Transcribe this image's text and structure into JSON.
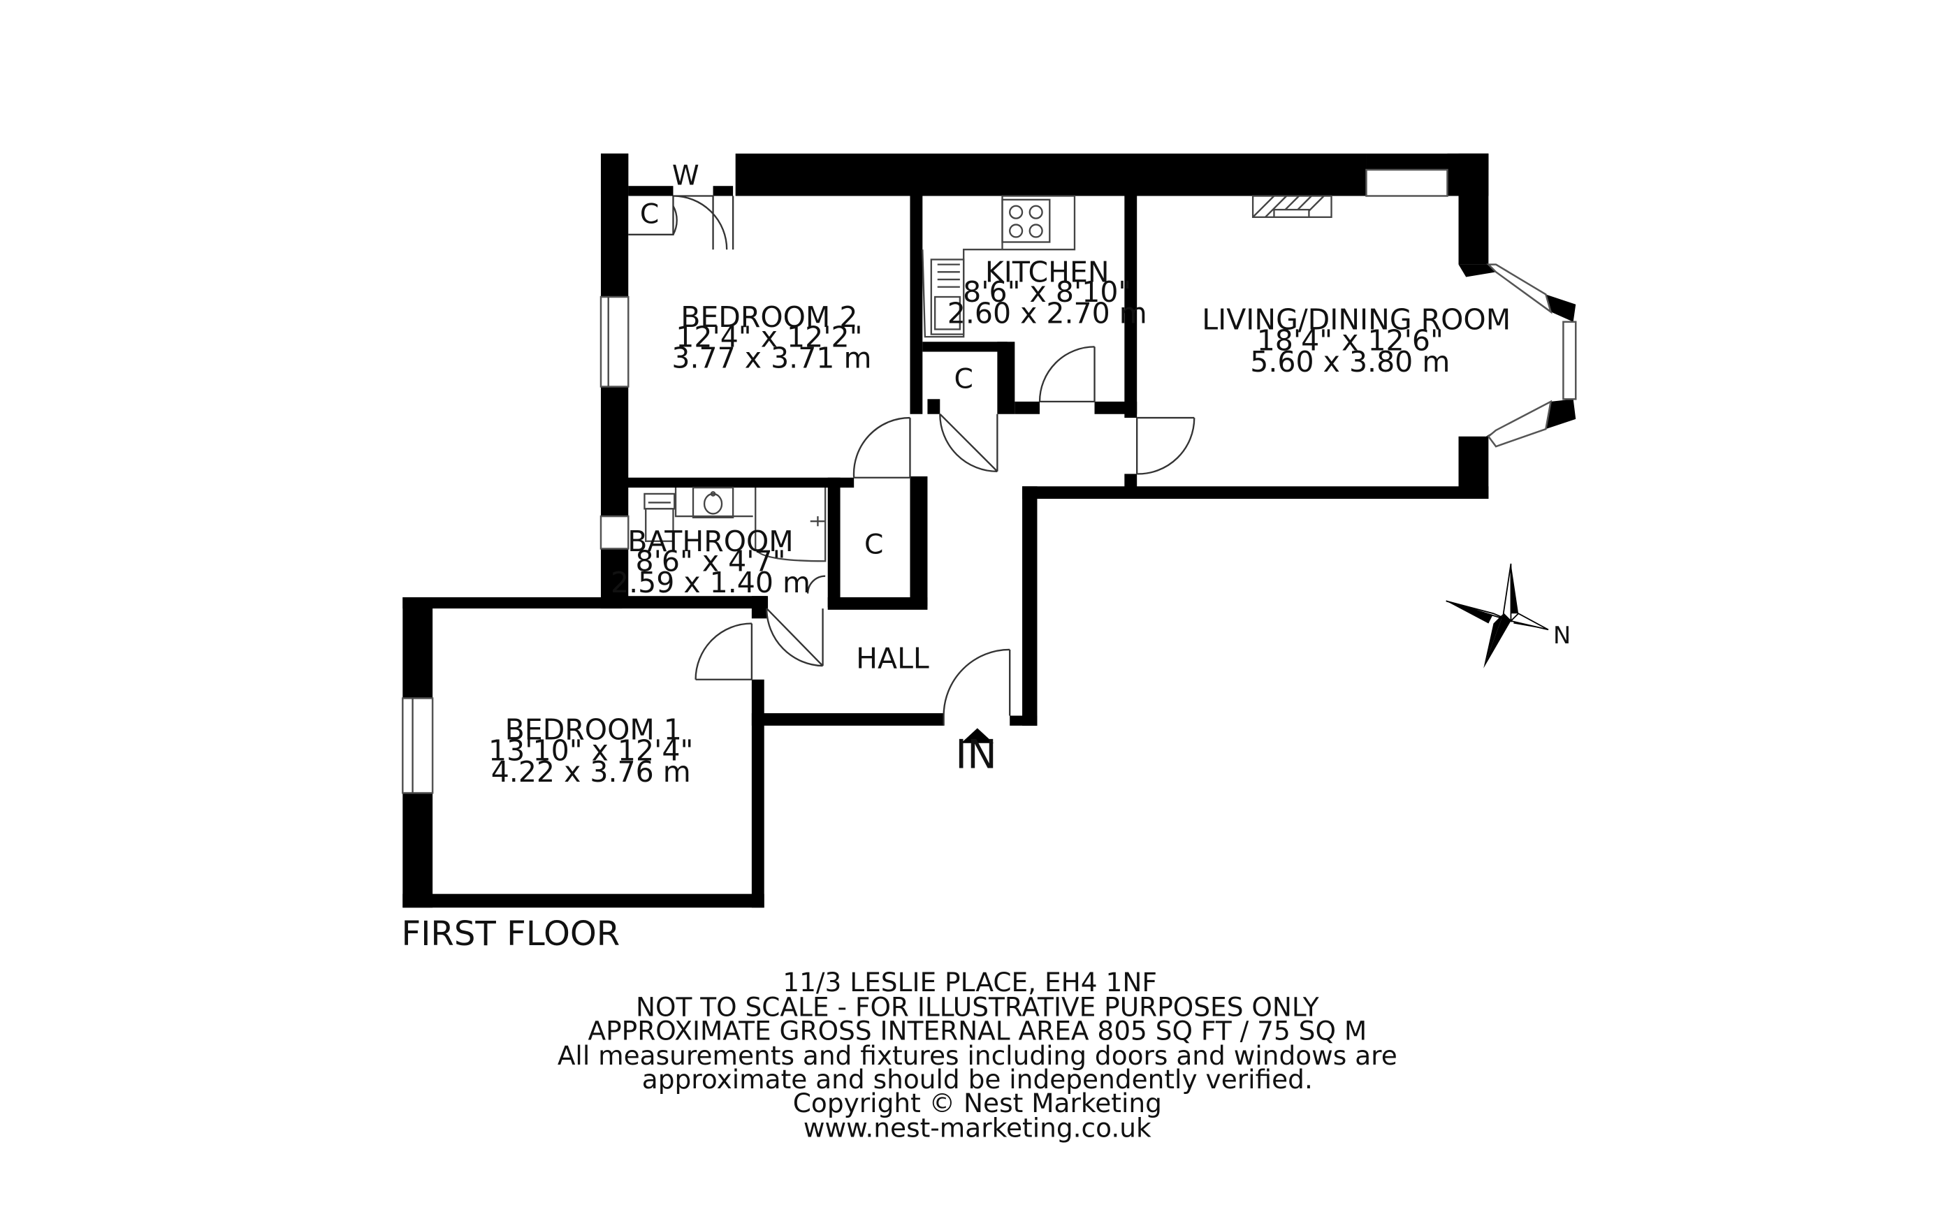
{
  "rooms": {
    "bedroom2": {
      "name": "BEDROOM 2",
      "imperial": "12'4\" x 12'2\"",
      "metric": "3.77 x 3.71 m"
    },
    "kitchen": {
      "name": "KITCHEN",
      "imperial": "8'6\" x 8'10\"",
      "metric": "2.60 x 2.70 m"
    },
    "living": {
      "name": "LIVING/DINING ROOM",
      "imperial": "18'4\" x 12'6\"",
      "metric": "5.60 x 3.80 m"
    },
    "bathroom": {
      "name": "BATHROOM",
      "imperial": "8'6\" x 4'7\"",
      "metric": "2.59 x 1.40 m"
    },
    "bedroom1": {
      "name": "BEDROOM 1",
      "imperial": "13'10\" x 12'4\"",
      "metric": "4.22 x 3.76 m"
    },
    "hall": {
      "name": "HALL"
    }
  },
  "cupboard_label": "C",
  "wardrobe_label": "W",
  "entrance_label": "IN",
  "north_label": "N",
  "floor_name": "FIRST FLOOR",
  "footer": {
    "address": "11/3 LESLIE PLACE, EH4 1NF",
    "scale_note": "NOT TO SCALE - FOR ILLUSTRATIVE PURPOSES ONLY",
    "area": "APPROXIMATE GROSS INTERNAL AREA  805 SQ FT / 75 SQ M",
    "disclaimer_1": "All measurements and fixtures including doors and windows are",
    "disclaimer_2": "approximate and should be independently verified.",
    "copyright": "Copyright © Nest Marketing",
    "website": "www.nest-marketing.co.uk"
  },
  "colors": {
    "wall": "#000000",
    "background": "#ffffff",
    "text": "#111111"
  }
}
